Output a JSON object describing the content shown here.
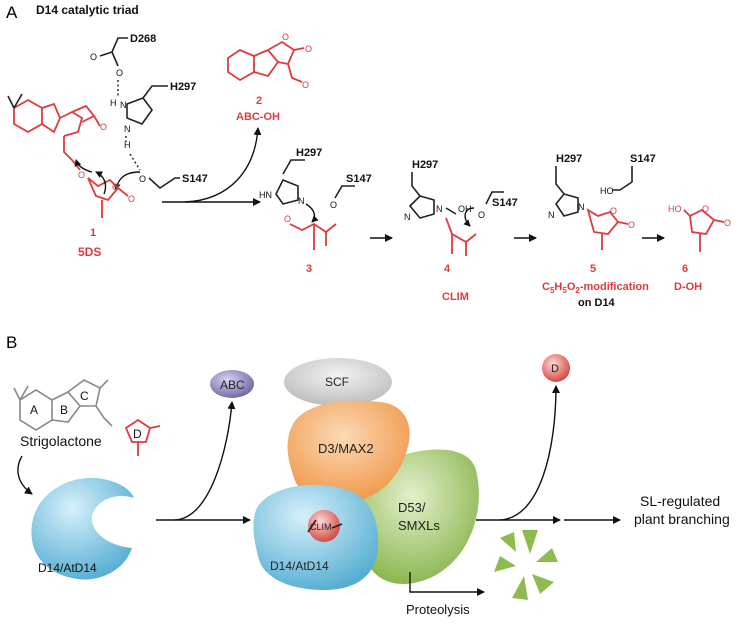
{
  "colors": {
    "red": "#e03a3e",
    "blue_protein": "#5fb3d3",
    "orange_protein": "#f2a05a",
    "green_protein": "#8dbb4e",
    "grey_protein": "#c9c9c9",
    "purple_ball": "#7b6fa8",
    "red_ball": "#d9534f"
  },
  "panelA": {
    "letter": "A",
    "title": "D14 catalytic triad",
    "residues": {
      "d268": "D268",
      "h297a": "H297",
      "s147a": "S147",
      "h297b": "H297",
      "s147b": "S147",
      "h297c": "H297",
      "s147c": "S147",
      "h297d": "H297",
      "s147d": "S147"
    },
    "atoms": {
      "o": "O",
      "h": "H",
      "n": "N",
      "hn": "HN",
      "oh": "OH",
      "ho": "HO"
    },
    "compounds": [
      {
        "num": "1",
        "label": "5DS"
      },
      {
        "num": "2",
        "label": "ABC-OH"
      },
      {
        "num": "3",
        "label": ""
      },
      {
        "num": "4",
        "label": "CLIM"
      },
      {
        "num": "5",
        "label_prefix": "C",
        "sub1": "5",
        "mid": "H",
        "sub2": "5",
        "mid2": "O",
        "sub3": "2",
        "label_suffix": "-modification",
        "label2": "on D14"
      },
      {
        "num": "6",
        "label": "D-OH"
      }
    ]
  },
  "panelB": {
    "letter": "B",
    "ring_labels": [
      "A",
      "B",
      "C",
      "D"
    ],
    "strigolactone": "Strigolactone",
    "abc": "ABC",
    "d": "D",
    "d14": "D14/AtD14",
    "scf": "SCF",
    "d3": "D3/MAX2",
    "clim": "CLIM",
    "d14b": "D14/AtD14",
    "d53_line1": "D53/",
    "d53_line2": "SMXLs",
    "proteolysis": "Proteolysis",
    "outcome_line1": "SL-regulated",
    "outcome_line2": "plant branching"
  }
}
